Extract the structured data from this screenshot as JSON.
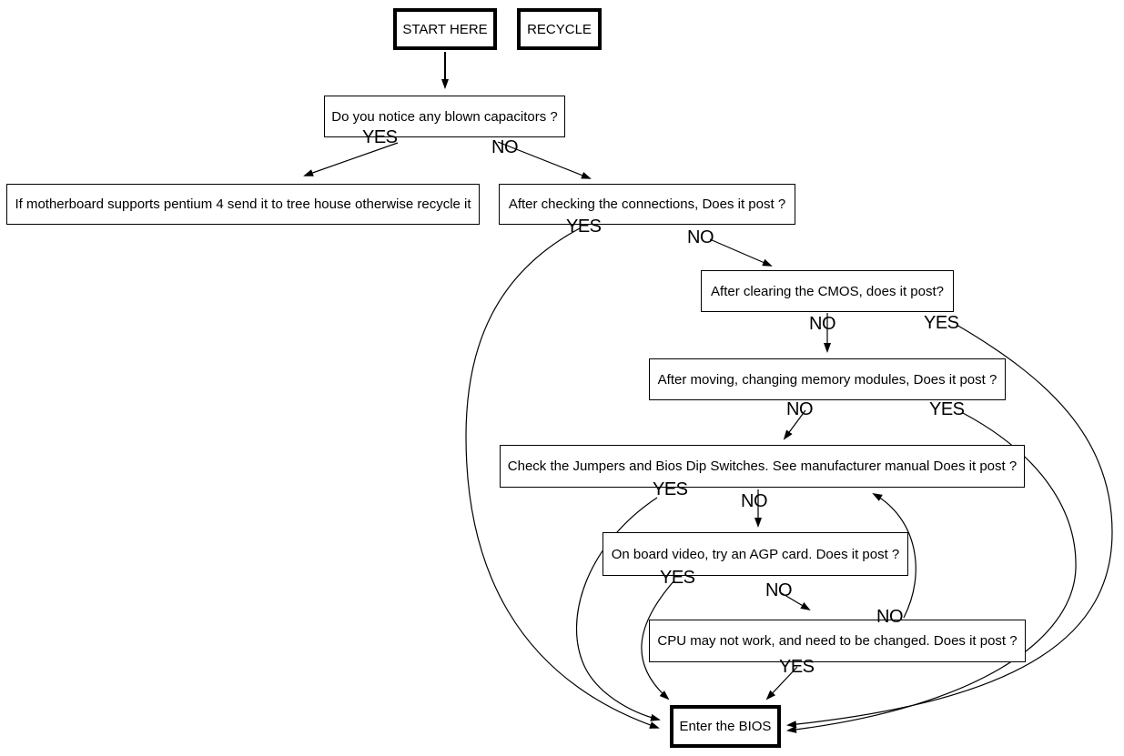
{
  "diagram": {
    "type": "flowchart",
    "subject": "Motherboard troubleshooting / POST decision flowchart",
    "colors": {
      "background": "#ffffff",
      "line": "#000000",
      "text": "#000000"
    },
    "nodes": [
      {
        "id": "start-here",
        "label": "START HERE"
      },
      {
        "id": "recycle",
        "label": "RECYCLE"
      },
      {
        "id": "blown-capacitors",
        "label": "Do you notice any blown capacitors ?"
      },
      {
        "id": "motherboard-p4",
        "label": "If motherboard supports pentium 4 send it to tree house otherwise recycle it"
      },
      {
        "id": "check-connections",
        "label": "After checking the connections, Does it post ?"
      },
      {
        "id": "clear-cmos",
        "label": "After clearing the CMOS, does it post?"
      },
      {
        "id": "memory-modules",
        "label": "After moving, changing memory modules, Does it post ?"
      },
      {
        "id": "jumpers-dip",
        "label": "Check the Jumpers and Bios Dip Switches. See manufacturer manual Does it post ?"
      },
      {
        "id": "agp-card",
        "label": "On board video, try an AGP card. Does it post ?"
      },
      {
        "id": "cpu-change",
        "label": "CPU may not work, and need to be changed. Does it post ?"
      },
      {
        "id": "enter-bios",
        "label": "Enter the BIOS"
      }
    ],
    "edges": [
      {
        "from": "blown-capacitors",
        "to": "motherboard-p4",
        "label": "YES"
      },
      {
        "from": "blown-capacitors",
        "to": "check-connections",
        "label": "NO"
      },
      {
        "from": "check-connections",
        "to": "enter-bios",
        "label": "YES"
      },
      {
        "from": "check-connections",
        "to": "clear-cmos",
        "label": "NO"
      },
      {
        "from": "clear-cmos",
        "to": "memory-modules",
        "label": "NO"
      },
      {
        "from": "clear-cmos",
        "to": "enter-bios",
        "label": "YES"
      },
      {
        "from": "memory-modules",
        "to": "jumpers-dip",
        "label": "NO"
      },
      {
        "from": "memory-modules",
        "to": "enter-bios",
        "label": "YES"
      },
      {
        "from": "jumpers-dip",
        "to": "enter-bios",
        "label": "YES"
      },
      {
        "from": "jumpers-dip",
        "to": "agp-card",
        "label": "NO"
      },
      {
        "from": "agp-card",
        "to": "enter-bios",
        "label": "YES"
      },
      {
        "from": "agp-card",
        "to": "cpu-change",
        "label": "NO"
      },
      {
        "from": "cpu-change",
        "to": "jumpers-dip",
        "label": "NO"
      },
      {
        "from": "cpu-change",
        "to": "enter-bios",
        "label": "YES"
      },
      {
        "from": "start-here",
        "to": "blown-capacitors",
        "label": ""
      }
    ]
  }
}
